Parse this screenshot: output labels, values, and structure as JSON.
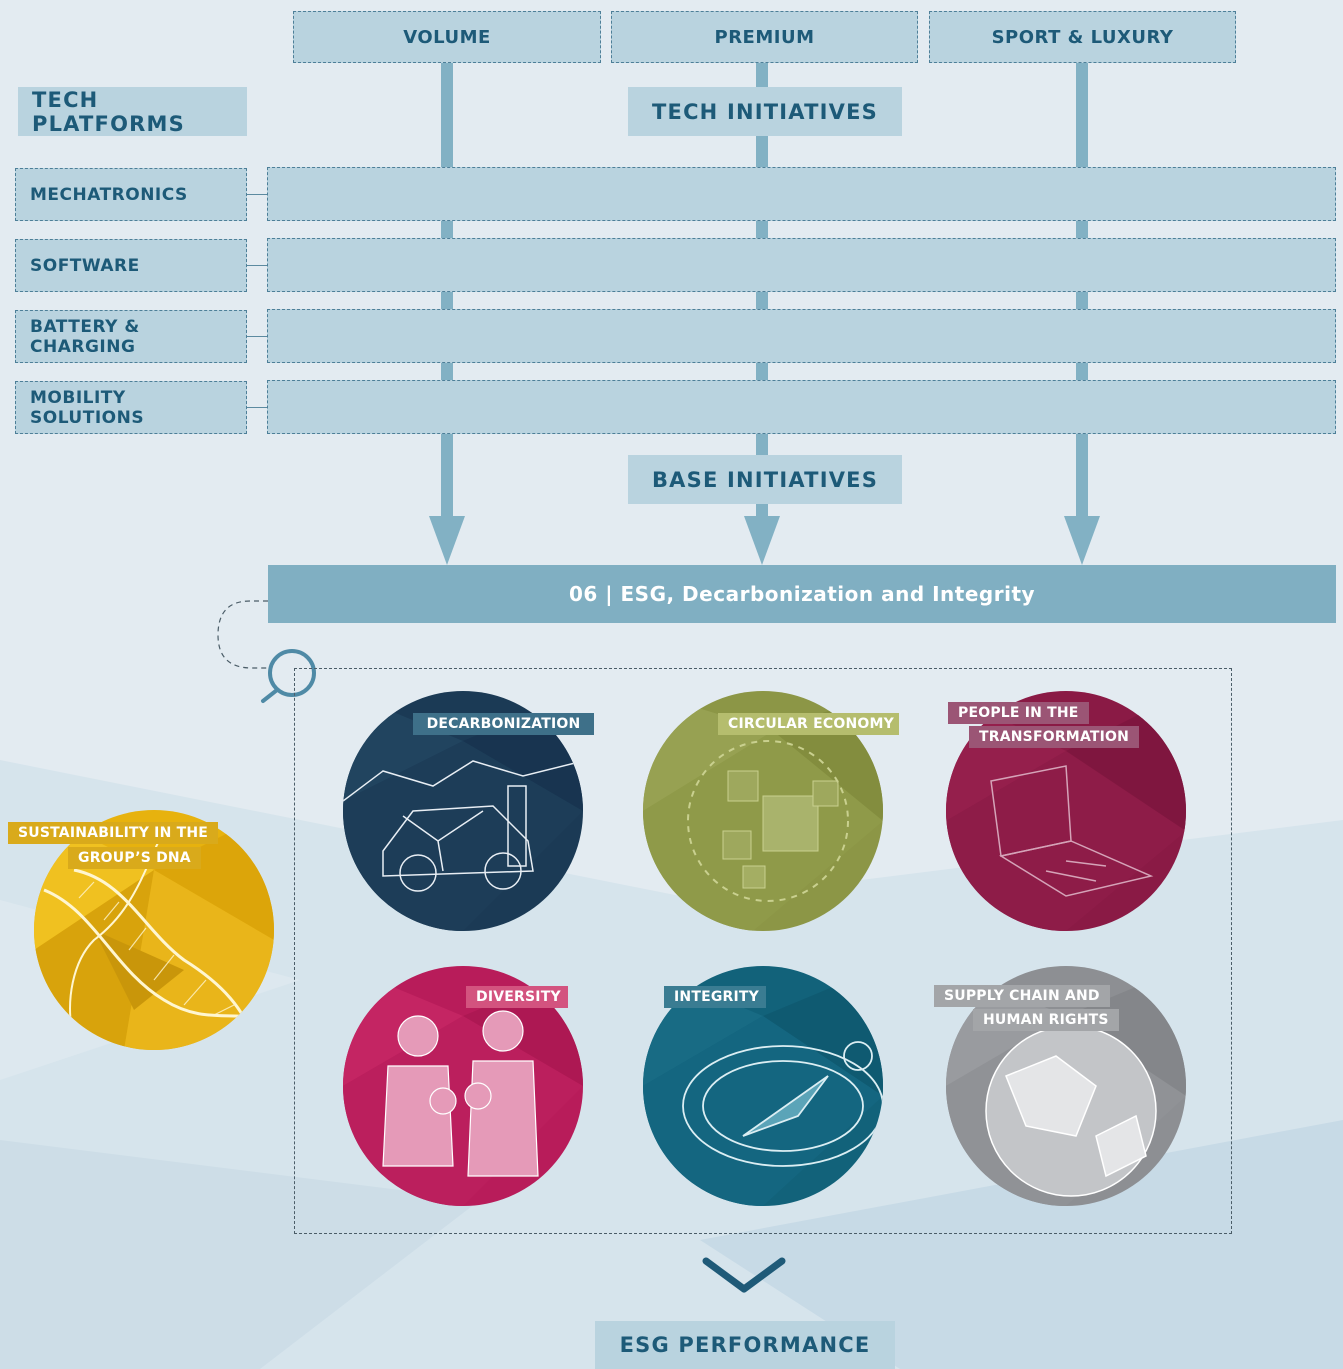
{
  "segments": [
    "VOLUME",
    "PREMIUM",
    "SPORT & LUXURY"
  ],
  "tech_platforms_label": "TECH PLATFORMS",
  "tech_initiatives_label": "TECH INITIATIVES",
  "platforms": [
    "MECHATRONICS",
    "SOFTWARE",
    "BATTERY & CHARGING",
    "MOBILITY SOLUTIONS"
  ],
  "base_initiatives_label": "BASE INITIATIVES",
  "esg_bar_label": "06 | ESG, Decarbonization and Integrity",
  "dna": {
    "line1": "SUSTAINABILITY IN THE",
    "line2": "GROUP’S DNA"
  },
  "topics": [
    {
      "lines": [
        "DECARBONIZATION"
      ],
      "color": "#1b3a55",
      "label_color": "#3e7089"
    },
    {
      "lines": [
        "CIRCULAR ECONOMY"
      ],
      "color": "#8c9646",
      "label_color": "#b5bd6e"
    },
    {
      "lines": [
        "PEOPLE IN THE",
        "TRANSFORMATION"
      ],
      "color": "#8a1a45",
      "label_color": "#9b5575"
    },
    {
      "lines": [
        "DIVERSITY"
      ],
      "color": "#b81c5a",
      "label_color": "#d3537f"
    },
    {
      "lines": [
        "INTEGRITY"
      ],
      "color": "#12627a",
      "label_color": "#3a7c92"
    },
    {
      "lines": [
        "SUPPLY CHAIN AND",
        "HUMAN RIGHTS"
      ],
      "color": "#8d8f93",
      "label_color": "#a3a5a8"
    }
  ],
  "dna_colors": {
    "circle": "#e7b20e",
    "label": "#d9aa1b"
  },
  "esg_performance_label": "ESG PERFORMANCE",
  "icons": [
    "magnifier-icon",
    "chevron-down-icon"
  ]
}
